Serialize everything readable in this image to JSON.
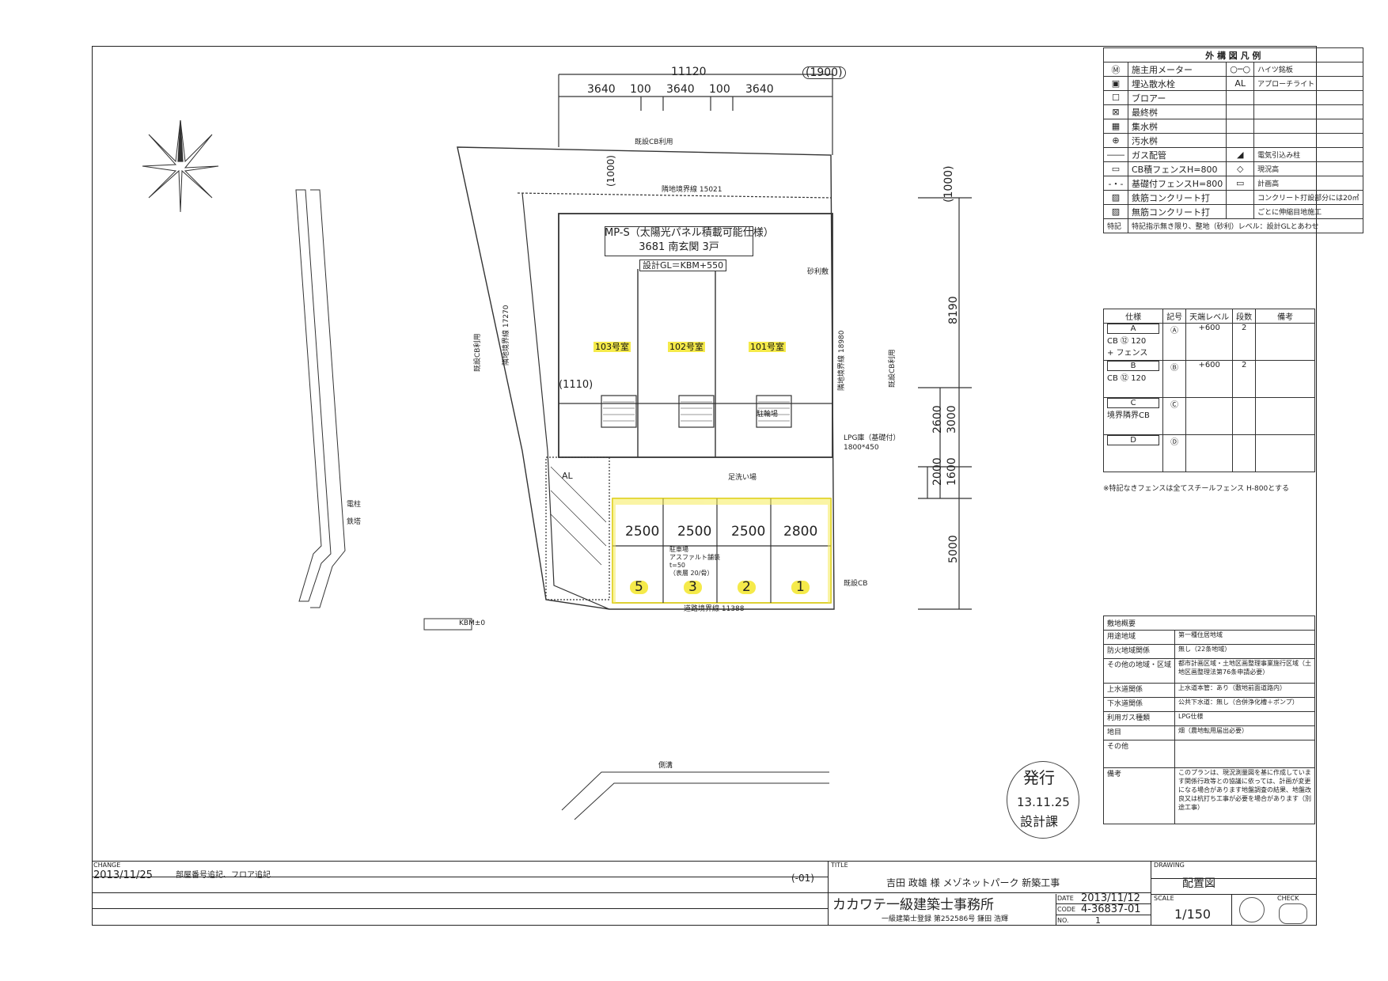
{
  "legend": {
    "title": "外 構 図 凡 例",
    "rows": [
      {
        "sym": "Ⓜ",
        "label": "施主用メーター",
        "sym2": "○─○",
        "label2": "ハイツ銘板"
      },
      {
        "sym": "▣",
        "label": "埋込散水栓",
        "sym2": "AL",
        "label2": "アプローチライト"
      },
      {
        "sym": "☐",
        "label": "ブロアー",
        "sym2": "",
        "label2": ""
      },
      {
        "sym": "⊠",
        "label": "最終桝",
        "sym2": "",
        "label2": ""
      },
      {
        "sym": "▦",
        "label": "集水桝",
        "sym2": "",
        "label2": ""
      },
      {
        "sym": "⊕",
        "label": "汚水桝",
        "sym2": "",
        "label2": ""
      },
      {
        "sym": "――",
        "label": "ガス配管",
        "sym2": "◢",
        "label2": "電気引込み柱"
      },
      {
        "sym": "▭",
        "label": "CB積フェンスH=800",
        "sym2": "◇",
        "label2": "現況高"
      },
      {
        "sym": "-・-",
        "label": "基礎付フェンスH=800",
        "sym2": "▭",
        "label2": "計画高"
      },
      {
        "sym": "▨",
        "label": "鉄筋コンクリート打",
        "sym2": "",
        "label2": "コンクリート打設部分には20㎡"
      },
      {
        "sym": "▨",
        "label": "無筋コンクリート打",
        "sym2": "",
        "label2": "ごとに伸縮目地施工"
      }
    ],
    "note": "特記",
    "note_text": "特記指示無き限り、整地（砂利）レベル：設計GLとあわせ"
  },
  "spec": {
    "headers": [
      "仕様",
      "記号",
      "天端レベル",
      "段数",
      "備考"
    ],
    "rows": [
      {
        "name": "A",
        "sub": "CB ⑫ 120",
        "sub2": "+ フェンス",
        "code": "Ⓐ",
        "level": "+600",
        "steps": "2"
      },
      {
        "name": "B",
        "sub": "CB ⑫ 120",
        "sub2": "",
        "code": "Ⓑ",
        "level": "+600",
        "steps": "2"
      },
      {
        "name": "C",
        "sub": "境界隣界CB",
        "sub2": "",
        "code": "Ⓒ",
        "level": "",
        "steps": ""
      },
      {
        "name": "D",
        "sub": "",
        "sub2": "",
        "code": "Ⓓ",
        "level": "",
        "steps": ""
      }
    ],
    "note": "※特記なきフェンスは全てスチールフェンス H-800とする"
  },
  "outline": {
    "title": "敷地概要",
    "rows": [
      {
        "k": "用途地域",
        "v": "第一種住居地域"
      },
      {
        "k": "防火地域関係",
        "v": "無し（22条地域）"
      },
      {
        "k": "その他の地域・区域",
        "v": "都市計画区域・土地区画整理事業施行区域（土地区画整理法第76条申請必要）"
      },
      {
        "k": "上水道関係",
        "v": "上水道本管：あり（敷地前面道路内）"
      },
      {
        "k": "下水道関係",
        "v": "公共下水道：無し（合併浄化槽＋ポンプ）"
      },
      {
        "k": "利用ガス種類",
        "v": "LPG仕様"
      },
      {
        "k": "地目",
        "v": "畑（農地転用届出必要）"
      },
      {
        "k": "その他",
        "v": ""
      },
      {
        "k": "備考",
        "v": "このプランは、現況測量図を基に作成しています関係行政等との協議に依っては、計画が変更になる場合があります地盤調査の結果、地盤改良又は杭打ち工事が必要を場合があります（別途工事）"
      }
    ]
  },
  "plan": {
    "overall": "11120",
    "offset": "(1900)",
    "segments": [
      "3640",
      "100",
      "3640",
      "100",
      "3640"
    ],
    "right_dims": [
      "(1000)",
      "8190",
      "2600",
      "3000",
      "2000",
      "1600",
      "5000"
    ],
    "top_dim": "(1000)",
    "building_title": "MP-S（太陽光パネル積載可能仕様）",
    "building_sub": "3681 南玄関 3戸",
    "design_gl": "設計GL＝KBM+550",
    "units": [
      "103号室",
      "102号室",
      "101号室"
    ],
    "parking_widths": [
      "2500",
      "2500",
      "2500",
      "2800"
    ],
    "parking_nums": [
      "5",
      "3",
      "2",
      "1"
    ],
    "parking_note": [
      "駐車場",
      "アスファルト舗装",
      "t=50",
      "（表層 20/骨）"
    ],
    "labels": {
      "top_fence": "既設CB利用",
      "boundary_top": "隣地境界線 15021",
      "boundary_left": "隣地境界線 17270",
      "boundary_right": "隣地境界線 18980",
      "boundary_bottom": "道路境界線 11388",
      "left_cb": "既設CB利用",
      "right_cb": "既設CB利用",
      "gravel": "砂利敷",
      "dim_1110": "(1110)",
      "lpg": "LPG庫（基礎付）",
      "lpg_size": "1800*450",
      "bike": "駐輪場",
      "washer": "足洗い場",
      "light": "AL",
      "kbm": "KBM±0",
      "pole1": "電柱",
      "pole2": "鉄塔",
      "nodeco": "既設CB",
      "waterway": "側溝"
    }
  },
  "stamp": {
    "top": "発行",
    "date": "13.11.25",
    "bottom": "設計課"
  },
  "titleblock": {
    "change_label": "CHANGE",
    "change_date": "2013/11/25",
    "change_text": "部屋番号追記、フロア追記",
    "change_code": "(-01)",
    "title_label": "TITLE",
    "project": "吉田 政雄 様 メゾネットパーク 新築工事",
    "office": "カカワテ一級建築士事務所",
    "registration": "一級建築士登録 第252586号 鎌田 浩輝",
    "date_label": "DATE",
    "date": "2013/11/12",
    "code_label": "CODE",
    "code": "4-36837-01",
    "no_label": "NO.",
    "no": "1",
    "drawing_label": "DRAWING",
    "drawing": "配置図",
    "scale_label": "SCALE",
    "scale": "1/150",
    "check_label": "CHECK"
  }
}
